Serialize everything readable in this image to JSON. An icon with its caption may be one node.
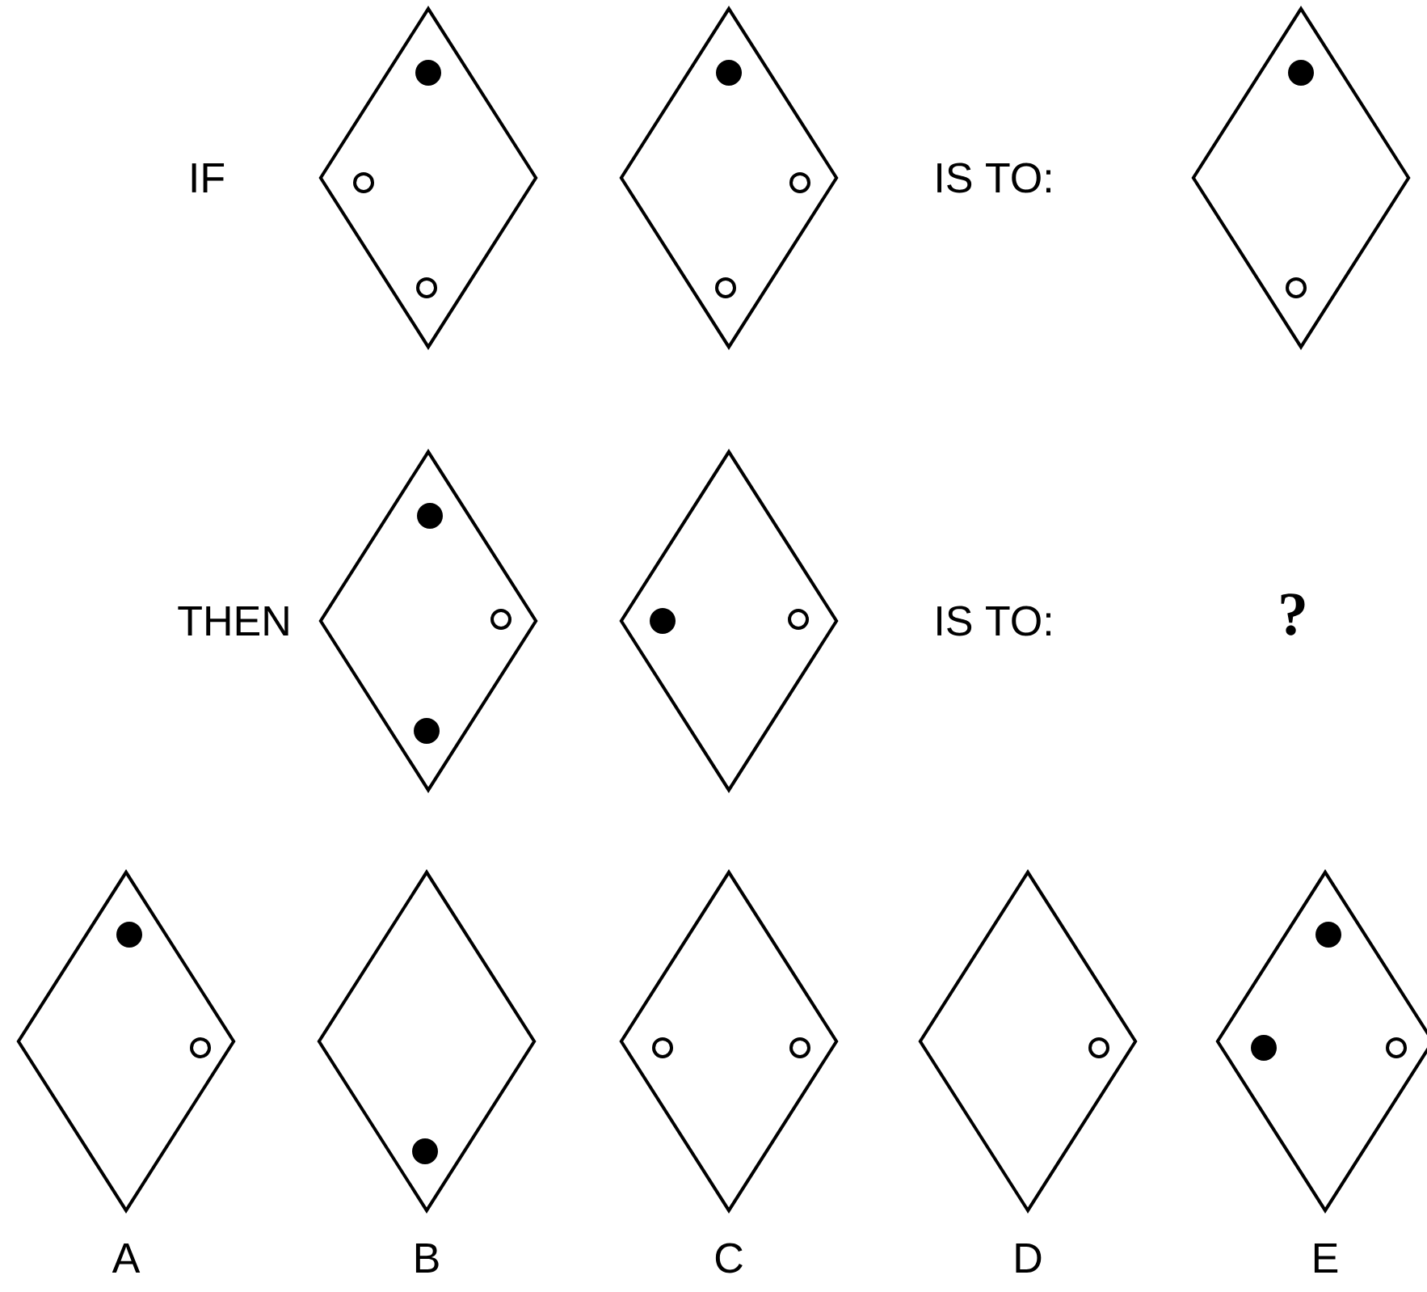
{
  "diagram": {
    "nodes": [
      {
        "text": [],
        "shape": "diamond"
      },
      {
        "text": [],
        "shape": "diamond"
      },
      {
        "text": [],
        "shape": "diamond"
      },
      {
        "text": [],
        "shape": "diamond"
      },
      {
        "text": [],
        "shape": "diamond"
      },
      {
        "text": [],
        "shape": "diamond",
        "beside": [
          "A"
        ]
      },
      {
        "text": [],
        "shape": "diamond",
        "beside": [
          "B"
        ]
      },
      {
        "text": [],
        "shape": "diamond",
        "beside": [
          "C"
        ]
      },
      {
        "text": [],
        "shape": "diamond",
        "beside": [
          "D"
        ]
      },
      {
        "text": [],
        "shape": "diamond",
        "beside": [
          "E"
        ]
      }
    ],
    "labels": [
      "IF",
      "IS TO:",
      "THEN",
      "IS TO:",
      "?"
    ]
  }
}
